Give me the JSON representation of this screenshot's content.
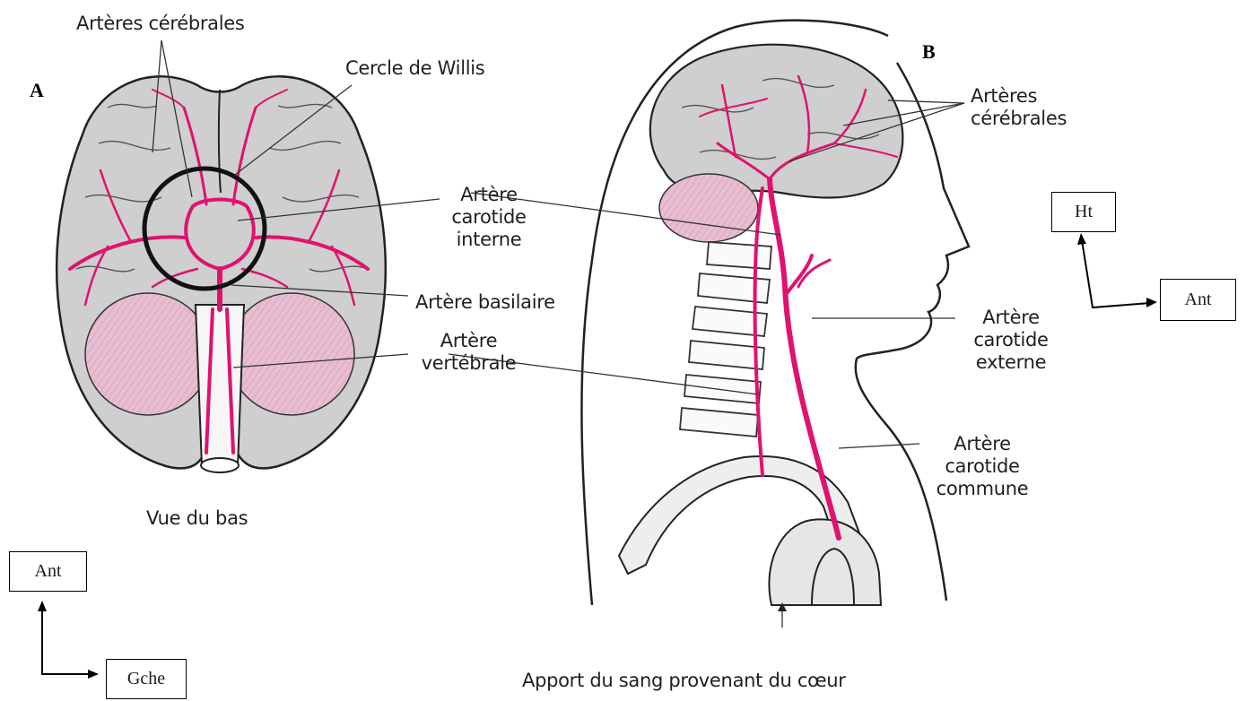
{
  "panel_a": {
    "letter": "A",
    "labels": {
      "cerebral_arteries": "Artères cérébrales",
      "circle_of_willis": "Cercle de Willis",
      "internal_carotid": [
        "Artère",
        "carotide",
        "interne"
      ],
      "basilar": "Artère basilaire",
      "vertebral": [
        "Artère",
        "vertébrale"
      ],
      "view": "Vue du bas"
    },
    "axes": {
      "up": "Ant",
      "right": "Gche"
    }
  },
  "panel_b": {
    "letter": "B",
    "labels": {
      "cerebral_arteries": [
        "Artères",
        "cérébrales"
      ],
      "external_carotid": [
        "Artère",
        "carotide",
        "externe"
      ],
      "common_carotid": [
        "Artère",
        "carotide",
        "commune"
      ],
      "blood_supply": "Apport du sang provenant du cœur"
    },
    "axes": {
      "up": "Ht",
      "right": "Ant"
    }
  },
  "colors": {
    "artery": "#e0126f",
    "brain": "#cfcfcf",
    "cerebellum": "#e8b9cf",
    "outline": "#222222"
  }
}
